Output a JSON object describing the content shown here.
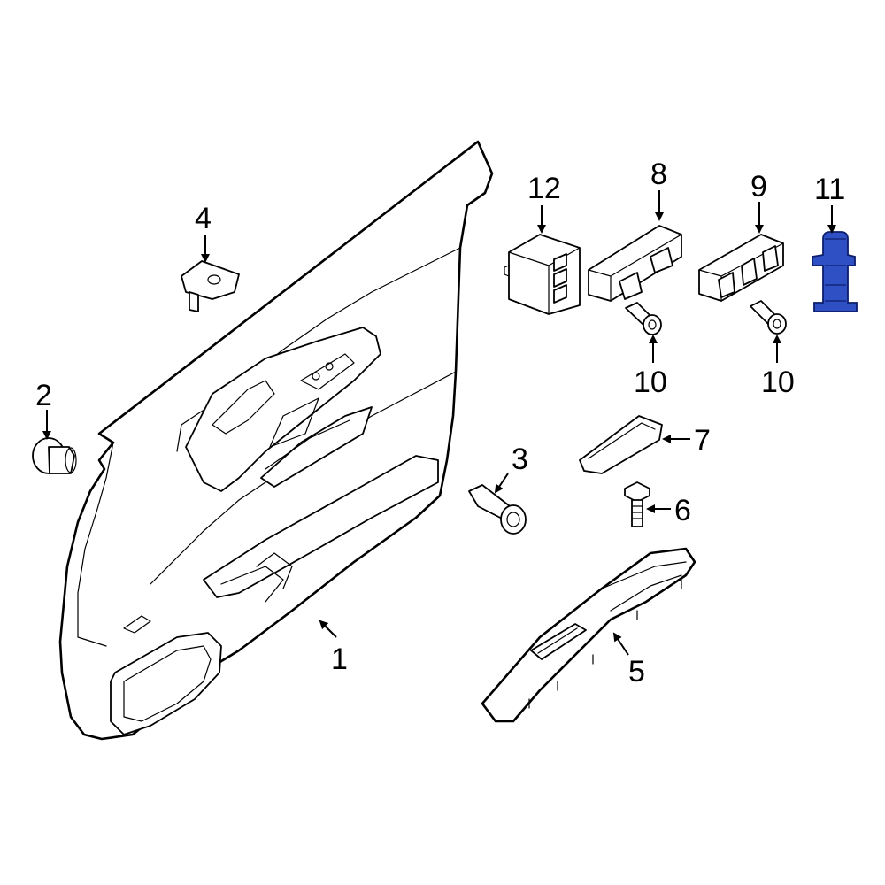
{
  "colors": {
    "line": "#000000",
    "background": "#ffffff",
    "highlight_fill": "#2f4fc4",
    "highlight_stroke": "#0c1e6b"
  },
  "highlighted_part": "11",
  "callouts": [
    {
      "id": "1",
      "label": "1"
    },
    {
      "id": "2",
      "label": "2"
    },
    {
      "id": "3",
      "label": "3"
    },
    {
      "id": "4",
      "label": "4"
    },
    {
      "id": "5",
      "label": "5"
    },
    {
      "id": "6",
      "label": "6"
    },
    {
      "id": "7",
      "label": "7"
    },
    {
      "id": "8",
      "label": "8"
    },
    {
      "id": "9",
      "label": "9"
    },
    {
      "id": "10a",
      "label": "10"
    },
    {
      "id": "10b",
      "label": "10"
    },
    {
      "id": "11",
      "label": "11"
    },
    {
      "id": "12",
      "label": "12"
    }
  ]
}
